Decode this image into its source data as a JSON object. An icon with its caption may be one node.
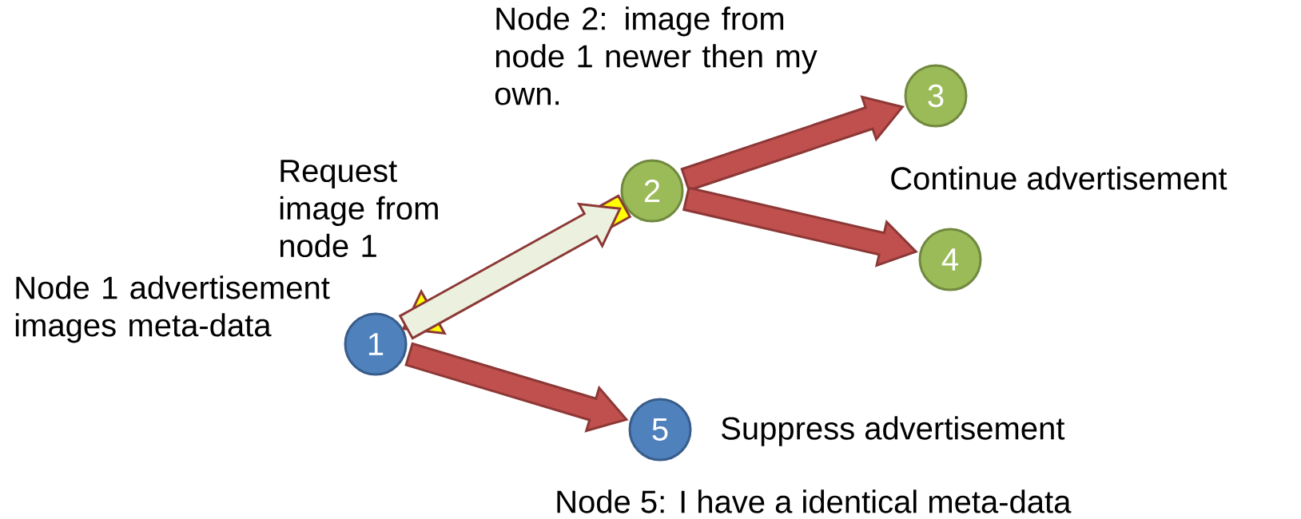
{
  "diagram": {
    "nodes": [
      {
        "text": [
          "1"
        ],
        "beside": [
          "Node 1 advertisement images meta-data"
        ]
      },
      {
        "text": [
          "2"
        ],
        "beside": [
          "Node 2: image from node 1 newer then my own."
        ]
      },
      {
        "text": [
          "3"
        ]
      },
      {
        "text": [
          "4"
        ]
      },
      {
        "text": [
          "5"
        ],
        "beside": [
          "Suppress advertisement",
          "Node 5: I have a identical meta-data"
        ]
      }
    ],
    "edges": [
      {
        "from": 1,
        "to": 0,
        "arrow": "to",
        "color": "#ffff00"
      },
      {
        "from": 0,
        "to": 1,
        "arrow": "to",
        "color": "#ebf1de",
        "label": "Request image from node 1"
      },
      {
        "from": 1,
        "to": 2,
        "arrow": "to"
      },
      {
        "from": 1,
        "to": 3,
        "arrow": "to"
      },
      {
        "from": 0,
        "to": 4,
        "arrow": "to"
      }
    ],
    "labels": [
      "Continue advertisement"
    ]
  }
}
